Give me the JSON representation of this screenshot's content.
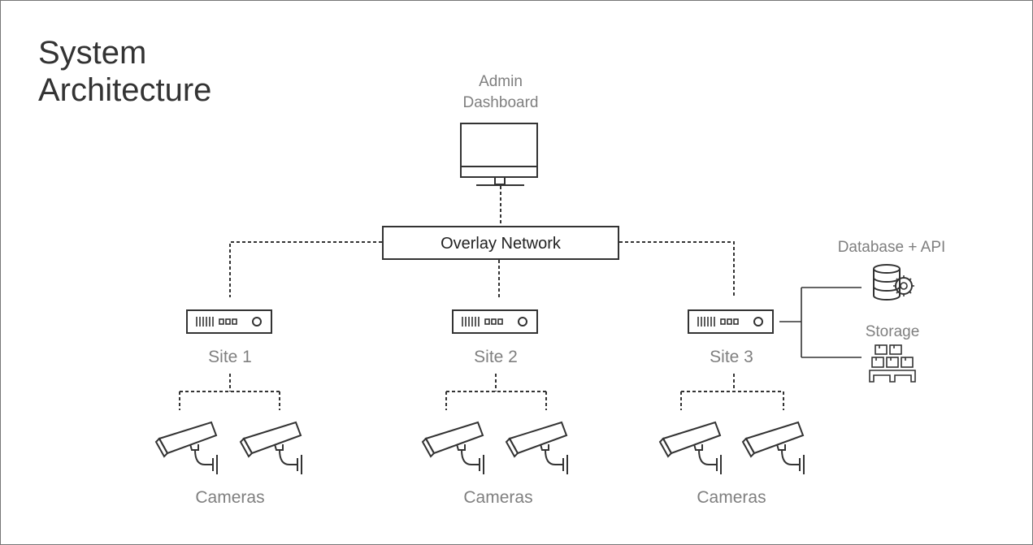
{
  "title": {
    "line1": "System",
    "line2": "Architecture"
  },
  "admin": {
    "line1": "Admin",
    "line2": "Dashboard",
    "icon": "monitor-icon"
  },
  "network": {
    "label": "Overlay Network"
  },
  "sites": [
    {
      "label": "Site 1",
      "cameras_label": "Cameras"
    },
    {
      "label": "Site 2",
      "cameras_label": "Cameras"
    },
    {
      "label": "Site 3",
      "cameras_label": "Cameras"
    }
  ],
  "services": {
    "database_label": "Database + API",
    "database_icon": "database-gear-icon",
    "storage_label": "Storage",
    "storage_icon": "boxes-pallet-icon"
  },
  "colors": {
    "ink": "#333333",
    "label": "#7f7f7f",
    "border": "#777777"
  }
}
